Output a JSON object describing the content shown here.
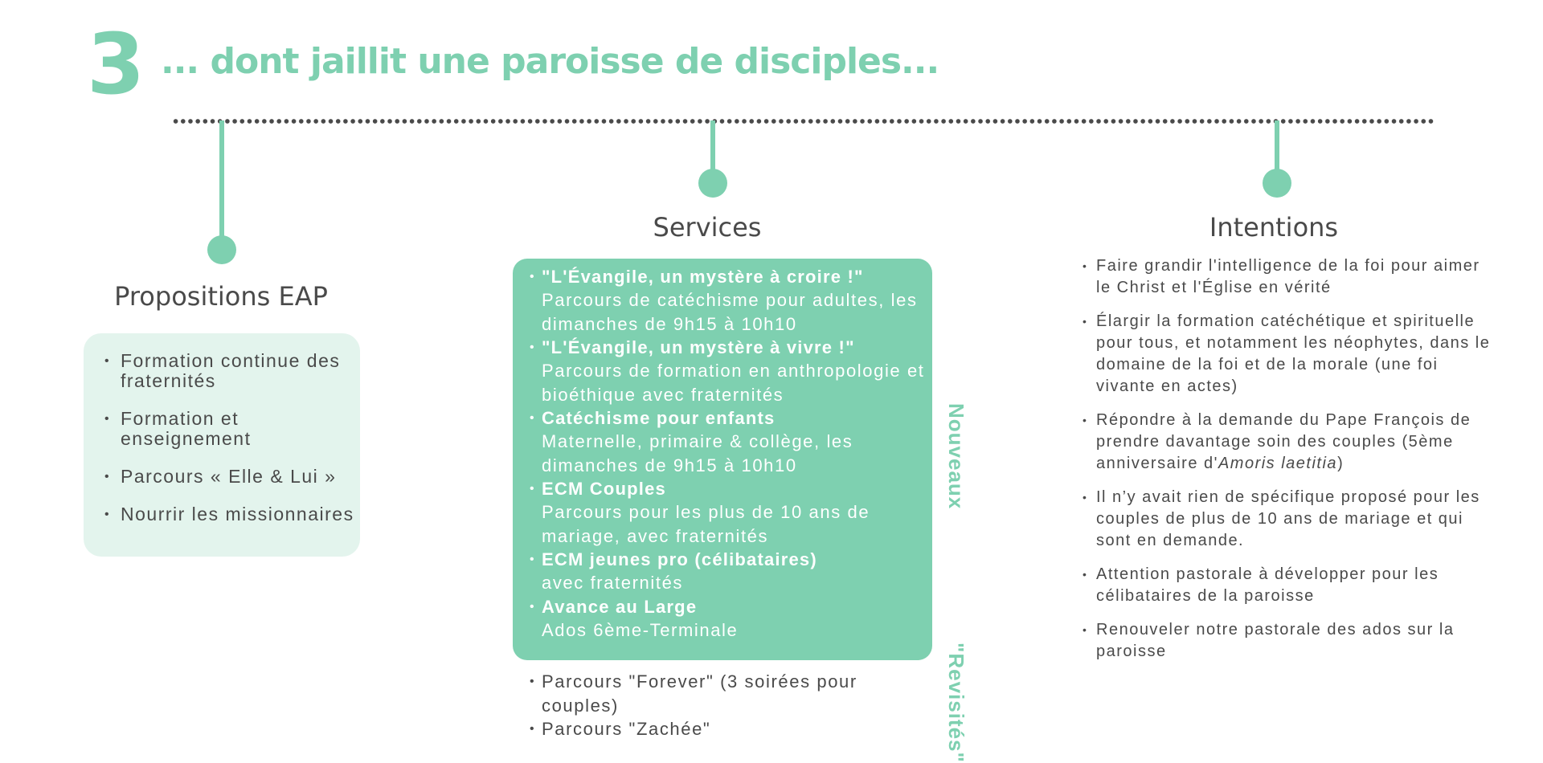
{
  "header": {
    "number": "3",
    "title": "... dont jaillit une paroisse de disciples..."
  },
  "colors": {
    "accent": "#7ed0b0",
    "pale": "#e3f4ed",
    "text": "#4a4a4a"
  },
  "eap": {
    "heading": "Propositions EAP",
    "items": [
      "Formation continue des fraternités",
      "Formation et enseignement",
      "Parcours « Elle & Lui »",
      "Nourrir les missionnaires"
    ]
  },
  "services": {
    "heading": "Services",
    "nouveaux_label": "Nouveaux",
    "revisites_label": "\"Revisités\"",
    "nouveaux": [
      {
        "title": "\"L'Évangile, un mystère à croire !\"",
        "desc": "Parcours de catéchisme pour adultes, les dimanches de 9h15 à 10h10"
      },
      {
        "title": "\"L'Évangile, un mystère à vivre !\"",
        "desc": "Parcours de formation en anthropologie et bioéthique avec fraternités"
      },
      {
        "title": "Catéchisme pour enfants",
        "desc": "Maternelle, primaire & collège, les dimanches de 9h15 à 10h10"
      },
      {
        "title": "ECM Couples",
        "desc": "Parcours pour les plus de 10 ans de mariage, avec fraternités"
      },
      {
        "title": "ECM jeunes pro (célibataires)",
        "desc": "avec fraternités"
      },
      {
        "title": "Avance au Large",
        "desc": "Ados 6ème-Terminale"
      }
    ],
    "revisites": [
      "Parcours \"Forever\" (3 soirées pour couples)",
      "Parcours \"Zachée\""
    ]
  },
  "intentions": {
    "heading": "Intentions",
    "items": [
      "Faire grandir l'intelligence de la foi pour aimer le Christ et l'Église en vérité",
      "Élargir la formation catéchétique et spirituelle pour tous, et notamment les néophytes, dans le domaine de la foi et de la morale (une foi vivante en actes)",
      "Répondre à la demande du Pape François de prendre davantage soin des couples (5ème anniversaire d'",
      "Il n’y avait rien de spécifique proposé pour les couples de plus de 10 ans de mariage et qui sont en demande.",
      "Attention pastorale à développer pour les célibataires de la paroisse",
      "Renouveler notre pastorale des ados sur la paroisse"
    ],
    "amoris": "Amoris laetitia",
    "close_paren": ")"
  }
}
